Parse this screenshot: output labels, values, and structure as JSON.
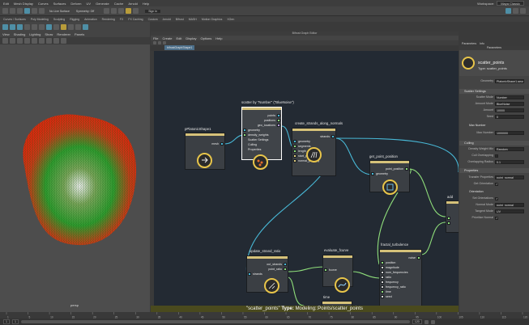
{
  "menubar": {
    "items": [
      "Edit",
      "Mesh Display",
      "Curves",
      "Surfaces",
      "Deform",
      "UV",
      "Generate",
      "Cache",
      "Arnold",
      "Help"
    ],
    "workspace_label": "Workspace:",
    "workspace_value": "Maya Classic",
    "live_surface": "No Live Surface",
    "symmetry": "Symmetry: Off",
    "sign_in": "Sign In"
  },
  "shelf": {
    "tabs": [
      "Curves / Surfaces",
      "Poly Modeling",
      "Sculpting",
      "Rigging",
      "Animation",
      "Rendering",
      "FX",
      "FX Caching",
      "Custom",
      "Arnold",
      "Bifrost",
      "MASH",
      "Motion Graphics",
      "XGen"
    ]
  },
  "viewport": {
    "menu": [
      "View",
      "Shading",
      "Lighting",
      "Show",
      "Renderer",
      "Panels"
    ],
    "camera_label": "persp"
  },
  "editor": {
    "title": "Bifrost Graph Editor",
    "menu": [
      "File",
      "Create",
      "Edit",
      "Display",
      "Options",
      "Help"
    ],
    "graph_tab": "bifrostGraphShape1",
    "info_name": "\"scatter_points\"",
    "info_type_label": "Type:",
    "info_type_value": "Modeling::Points/scatter_points"
  },
  "nodes": {
    "plane": {
      "title": "pPlatonicShape1",
      "out": "mesh"
    },
    "scatter": {
      "title": "scatter by \"Number\" (\"BlueNoise\")",
      "outs": [
        "points",
        "positions",
        "geo_locations"
      ],
      "ins": [
        "geometry",
        "density_weights",
        "Scatter Settings",
        "Culling",
        "Properties"
      ]
    },
    "strands": {
      "title": "create_strands_along_normals",
      "out": "strands",
      "ins": [
        "geometry",
        "segments",
        "length",
        "start_property",
        "normal_property"
      ]
    },
    "gpp": {
      "title": "get_point_position",
      "out": "point_position",
      "in": "geometry"
    },
    "add": {
      "title": "add"
    },
    "usr": {
      "title": "update_strand_ratio",
      "outs": [
        "out_strands",
        "point_ratio"
      ],
      "in": "strands"
    },
    "fcurve": {
      "title": "evaluate_fcurve",
      "in": "fcurve"
    },
    "ft": {
      "title": "fractal_turbulence",
      "out": "noise",
      "ins": [
        "position",
        "magnitude",
        "num_frequencies",
        "ratio",
        "frequency",
        "frequency_ratio",
        "time",
        "seed"
      ]
    },
    "time": {
      "title": "time"
    }
  },
  "properties": {
    "tabs": [
      "Parameters",
      "Info"
    ],
    "title": "Parameters",
    "node_name": "scatter_points",
    "node_type": "Type: scatter_points",
    "geometry_label": "Geometry",
    "geometry_value": "PlatonicShape1.geometry",
    "scatter_settings": "Scatter Settings",
    "rows1": [
      {
        "label": "Scatter Mode",
        "value": "Number"
      },
      {
        "label": "Amount Mode",
        "value": "BlueNoise"
      },
      {
        "label": "Amount",
        "value": "10000"
      },
      {
        "label": "Seed",
        "value": "0"
      }
    ],
    "max_number": "Max Number",
    "max_row": {
      "label": "Max Number",
      "value": "1000000"
    },
    "culling": "Culling",
    "rows2": [
      {
        "label": "Density Weight Mix",
        "value": "Random"
      },
      {
        "label": "Cull Overlapping",
        "value": ""
      },
      {
        "label": "Overlapping Radius",
        "value": "0.1"
      }
    ],
    "properties": "Properties",
    "rows3": [
      {
        "label": "Transfer Properties",
        "value": "point_normal"
      },
      {
        "label": "Get Orientation",
        "value": ""
      }
    ],
    "orientation": "Orientation",
    "rows4": [
      {
        "label": "Set Orientations",
        "value": ""
      },
      {
        "label": "Normal Mode",
        "value": "point_normal"
      },
      {
        "label": "Tangent Mode",
        "value": "UV"
      },
      {
        "label": "Prioritize Normal",
        "value": ""
      }
    ]
  },
  "timeline": {
    "ticks": [
      "1",
      "5",
      "10",
      "15",
      "20",
      "25",
      "30",
      "35",
      "40",
      "45",
      "50",
      "55",
      "60",
      "65",
      "70",
      "75",
      "80",
      "85",
      "90",
      "95",
      "100",
      "105",
      "110",
      "115",
      "120"
    ]
  },
  "bottom": {
    "start": "1",
    "end": "120",
    "current": "1"
  }
}
